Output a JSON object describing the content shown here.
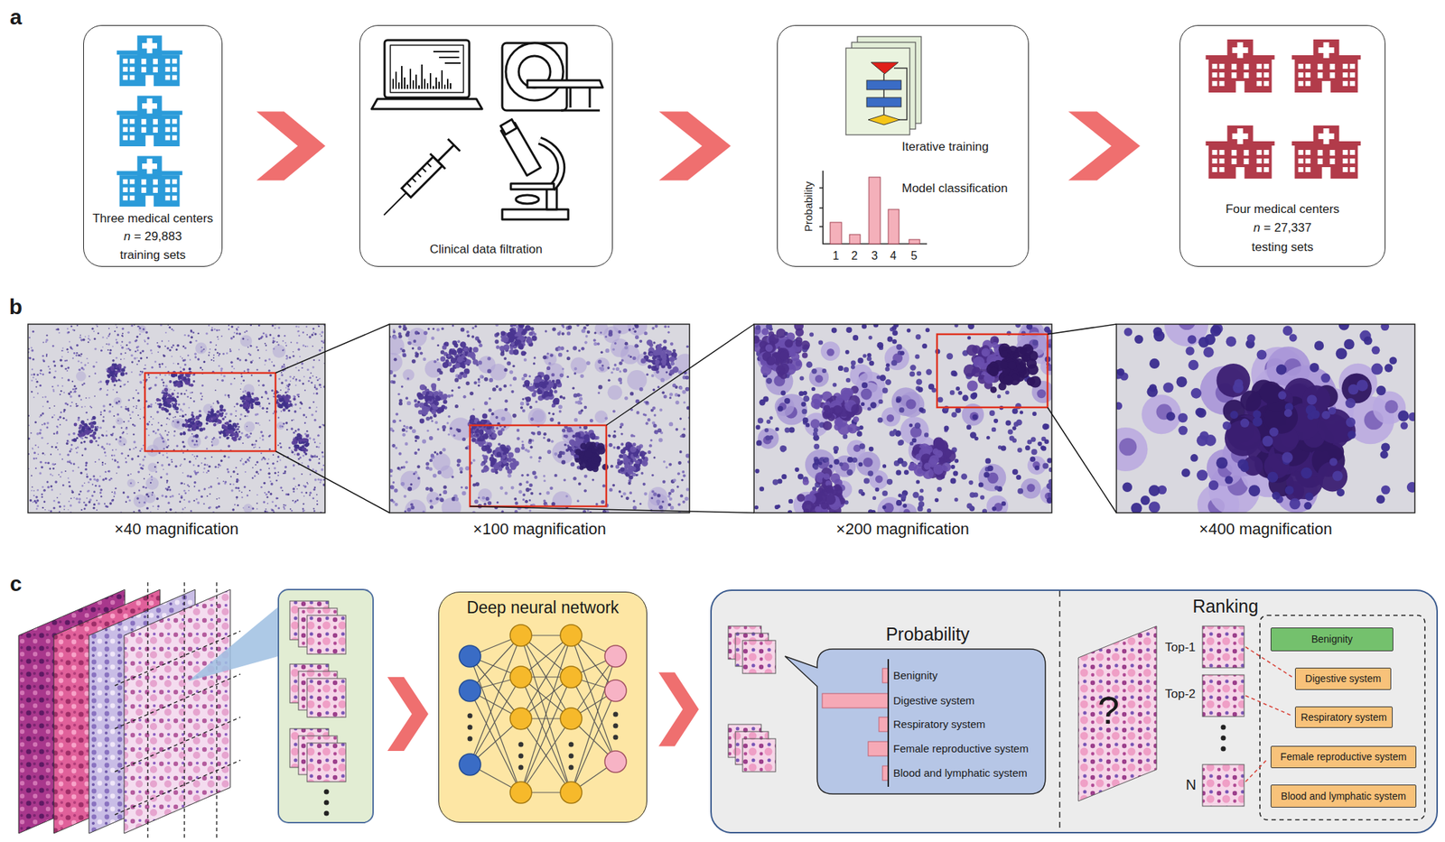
{
  "diagram": {
    "nodes": [
      {
        "text": [
          "Three medical centers",
          "n = 29,883",
          "training sets"
        ]
      },
      {
        "text": [
          "Clinical data filtration"
        ]
      },
      {
        "text": [
          "Iterative training",
          "Model classification"
        ]
      },
      {
        "text": [
          "Four medical centers",
          "n = 27,337",
          "testing sets"
        ]
      },
      {
        "text": [
          "Deep neural network"
        ]
      },
      {
        "text": [
          "Probability",
          "Ranking"
        ]
      },
      {
        "text": [
          "Benignity",
          "Digestive system",
          "Respiratory system",
          "Female reproductive system",
          "Blood and lymphatic system"
        ],
        "in": 5
      },
      {
        "text": [
          "Benignity"
        ],
        "in": 5
      },
      {
        "text": [
          "Digestive system"
        ],
        "in": 5
      },
      {
        "text": [
          "Respiratory system"
        ],
        "in": 5
      },
      {
        "text": [
          "Female reproductive system"
        ],
        "in": 5
      },
      {
        "text": [
          "Blood and lymphatic system"
        ],
        "in": 5
      }
    ],
    "edges": [
      {
        "from": 0,
        "to": 1,
        "arrow": "to"
      },
      {
        "from": 1,
        "to": 2,
        "arrow": "to"
      },
      {
        "from": 2,
        "to": 3,
        "arrow": "to"
      },
      {
        "from": 4,
        "to": 5,
        "arrow": "to"
      }
    ],
    "labels": [
      "a",
      "b",
      "c",
      "Probability",
      "1",
      "2",
      "3",
      "4",
      "5",
      "×40 magnification",
      "×100 magnification",
      "×200 magnification",
      "×400 magnification",
      "Top-1",
      "Top-2",
      "N",
      "?"
    ]
  }
}
